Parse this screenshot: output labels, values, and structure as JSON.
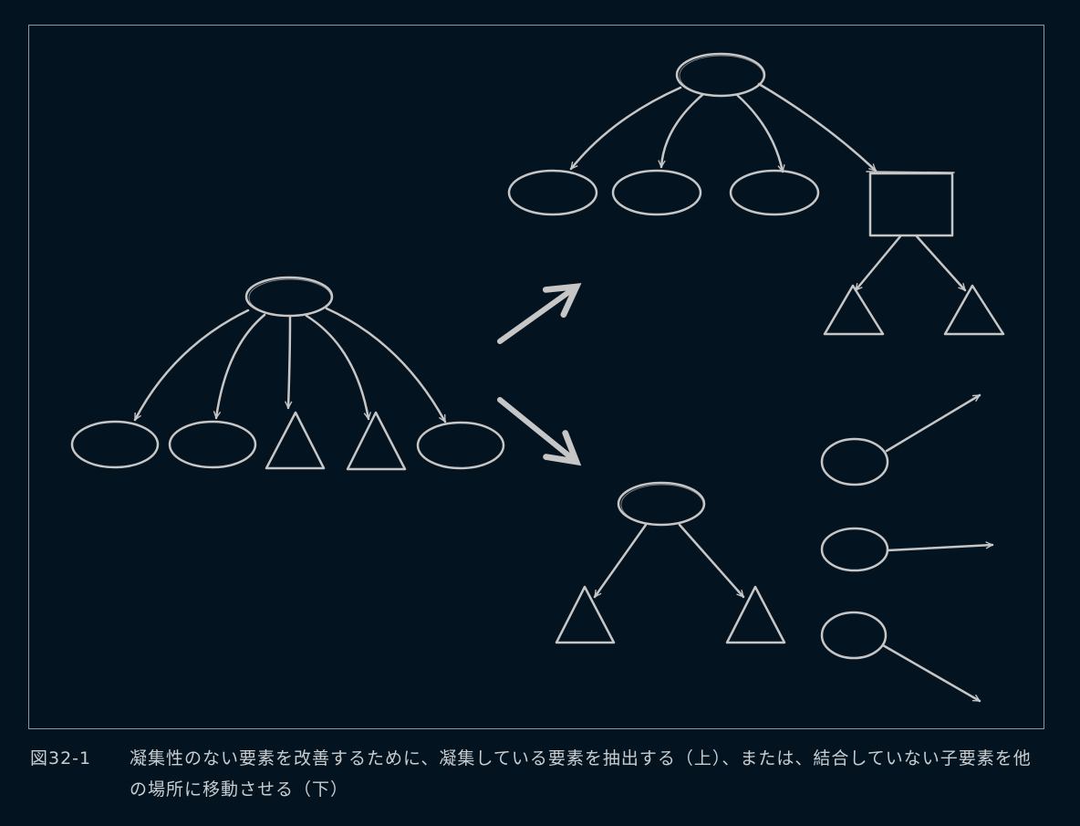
{
  "figure": {
    "number": "図32-1",
    "caption": "凝集性のない要素を改善するために、凝集している要素を抽出する（上）、または、結合していない子要素を他の場所に移動させる（下）"
  },
  "colors": {
    "background": "#03131f",
    "stroke": "#c6c6c6",
    "frame": "#8e969c",
    "caption_text": "#c9cdd0"
  },
  "diagram": {
    "source_tree": {
      "root": "ellipse",
      "children": [
        "ellipse",
        "ellipse",
        "triangle",
        "triangle",
        "ellipse"
      ]
    },
    "result_top": {
      "root": "ellipse",
      "children": [
        "ellipse",
        "ellipse",
        "ellipse",
        "rectangle"
      ],
      "rectangle_children": [
        "triangle",
        "triangle"
      ]
    },
    "result_bottom": {
      "tree": {
        "root": "ellipse",
        "children": [
          "triangle",
          "triangle"
        ]
      },
      "moved_elements": [
        "ellipse",
        "ellipse",
        "ellipse"
      ]
    }
  }
}
